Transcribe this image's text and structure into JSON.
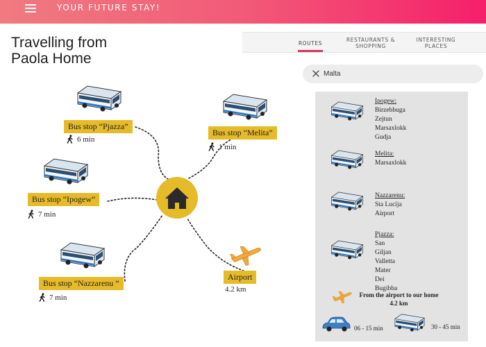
{
  "header": {
    "brand": "YOUR FUTURE STAY!",
    "menu_icon": "hamburger-menu-icon",
    "gradient": [
      "#ef7b7f",
      "#f51f6a"
    ]
  },
  "page": {
    "title_line1": "Travelling from",
    "title_line2": "Paola Home"
  },
  "tabs": [
    {
      "label_line1": "ROUTES",
      "label_line2": "",
      "active": true
    },
    {
      "label_line1": "RESTAURANTS &",
      "label_line2": "SHOPPING",
      "active": false
    },
    {
      "label_line1": "INTERESTING",
      "label_line2": "PLACES",
      "active": false
    }
  ],
  "search": {
    "value": "Malta",
    "clear_icon": "close-icon"
  },
  "map": {
    "home_icon": "house-icon",
    "stops": [
      {
        "label": "Bus stop “Pjazza”",
        "time": "6 min"
      },
      {
        "label": "Bus stop “Melita”",
        "time": "1 min"
      },
      {
        "label": "Bus stop “Ipogew”",
        "time": "7 min"
      },
      {
        "label": "Bus stop “Nazzarenu ”",
        "time": "7 min"
      }
    ],
    "airport": {
      "label": "Airport",
      "distance": "4.2 km"
    },
    "accent": "#e6bb2a"
  },
  "routes": [
    {
      "title": "Ipogew:",
      "places": [
        "Birzebbuga",
        "Zejtun",
        "Marsaxlokk",
        "Gudja"
      ]
    },
    {
      "title": "Melita:",
      "places": [
        "Marsaxlokk"
      ]
    },
    {
      "title": "Nazzarenu:",
      "places": [
        "Sta Lucija",
        "Airport"
      ]
    },
    {
      "title": "Pjazza:",
      "places": [
        "San Giljan",
        "Valletta",
        "Mater Dei",
        "Bugibba"
      ]
    }
  ],
  "airport_transfer": {
    "title": "From the airport to our home",
    "distance": "4.2 km",
    "car_time": "06 - 15 min",
    "bus_time": "30 - 45 min"
  }
}
